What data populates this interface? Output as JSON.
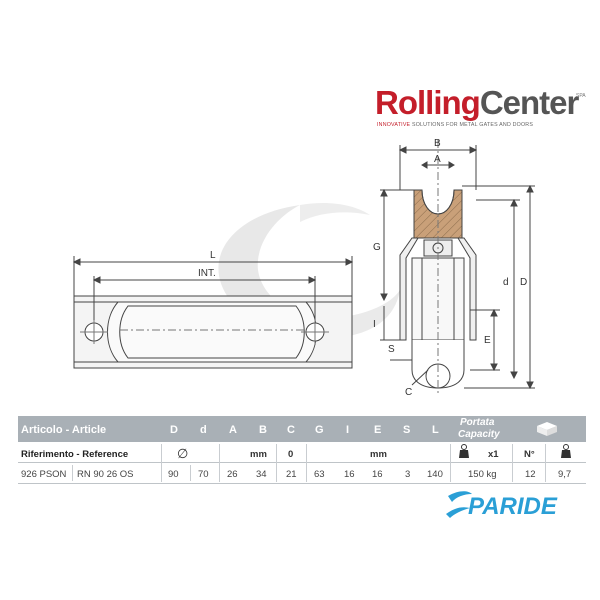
{
  "brand": {
    "logo_word": "RollingCenter",
    "logo_prefix": "Rolling",
    "logo_suffix": "Center",
    "logo_spa": "SPA",
    "tag_red": "INNOVATIVE",
    "tag_rest": " SOLUTIONS FOR METAL GATES AND DOORS",
    "paride": "PARIDE",
    "brand_red": "#c41e2a",
    "paride_blue": "#2a9fd6"
  },
  "drawing": {
    "dim_L": "L",
    "dim_INT": "INT.",
    "dim_B": "B",
    "dim_A": "A",
    "dim_G": "G",
    "dim_d": "d",
    "dim_D": "D",
    "dim_I": "I",
    "dim_E": "E",
    "dim_S": "S",
    "dim_C": "C"
  },
  "table": {
    "header_article": "Articolo - Article",
    "header_cols": [
      "D",
      "d",
      "A",
      "B",
      "C",
      "G",
      "I",
      "E",
      "S",
      "L"
    ],
    "header_portata": "Portata",
    "header_capacity": "Capacity",
    "ref_label": "Riferimento - Reference",
    "units": {
      "diameter_symbol": "∅",
      "mm1": "mm",
      "zero": "0",
      "mm2": "mm",
      "x1": "x1",
      "num": "N°"
    },
    "row": {
      "code": "926 PSON",
      "ref": "RN 90 26 OS",
      "values": [
        "90",
        "70",
        "26",
        "34",
        "21",
        "63",
        "16",
        "16",
        "3",
        "140",
        "150 kg",
        "12",
        "9,7"
      ]
    }
  }
}
